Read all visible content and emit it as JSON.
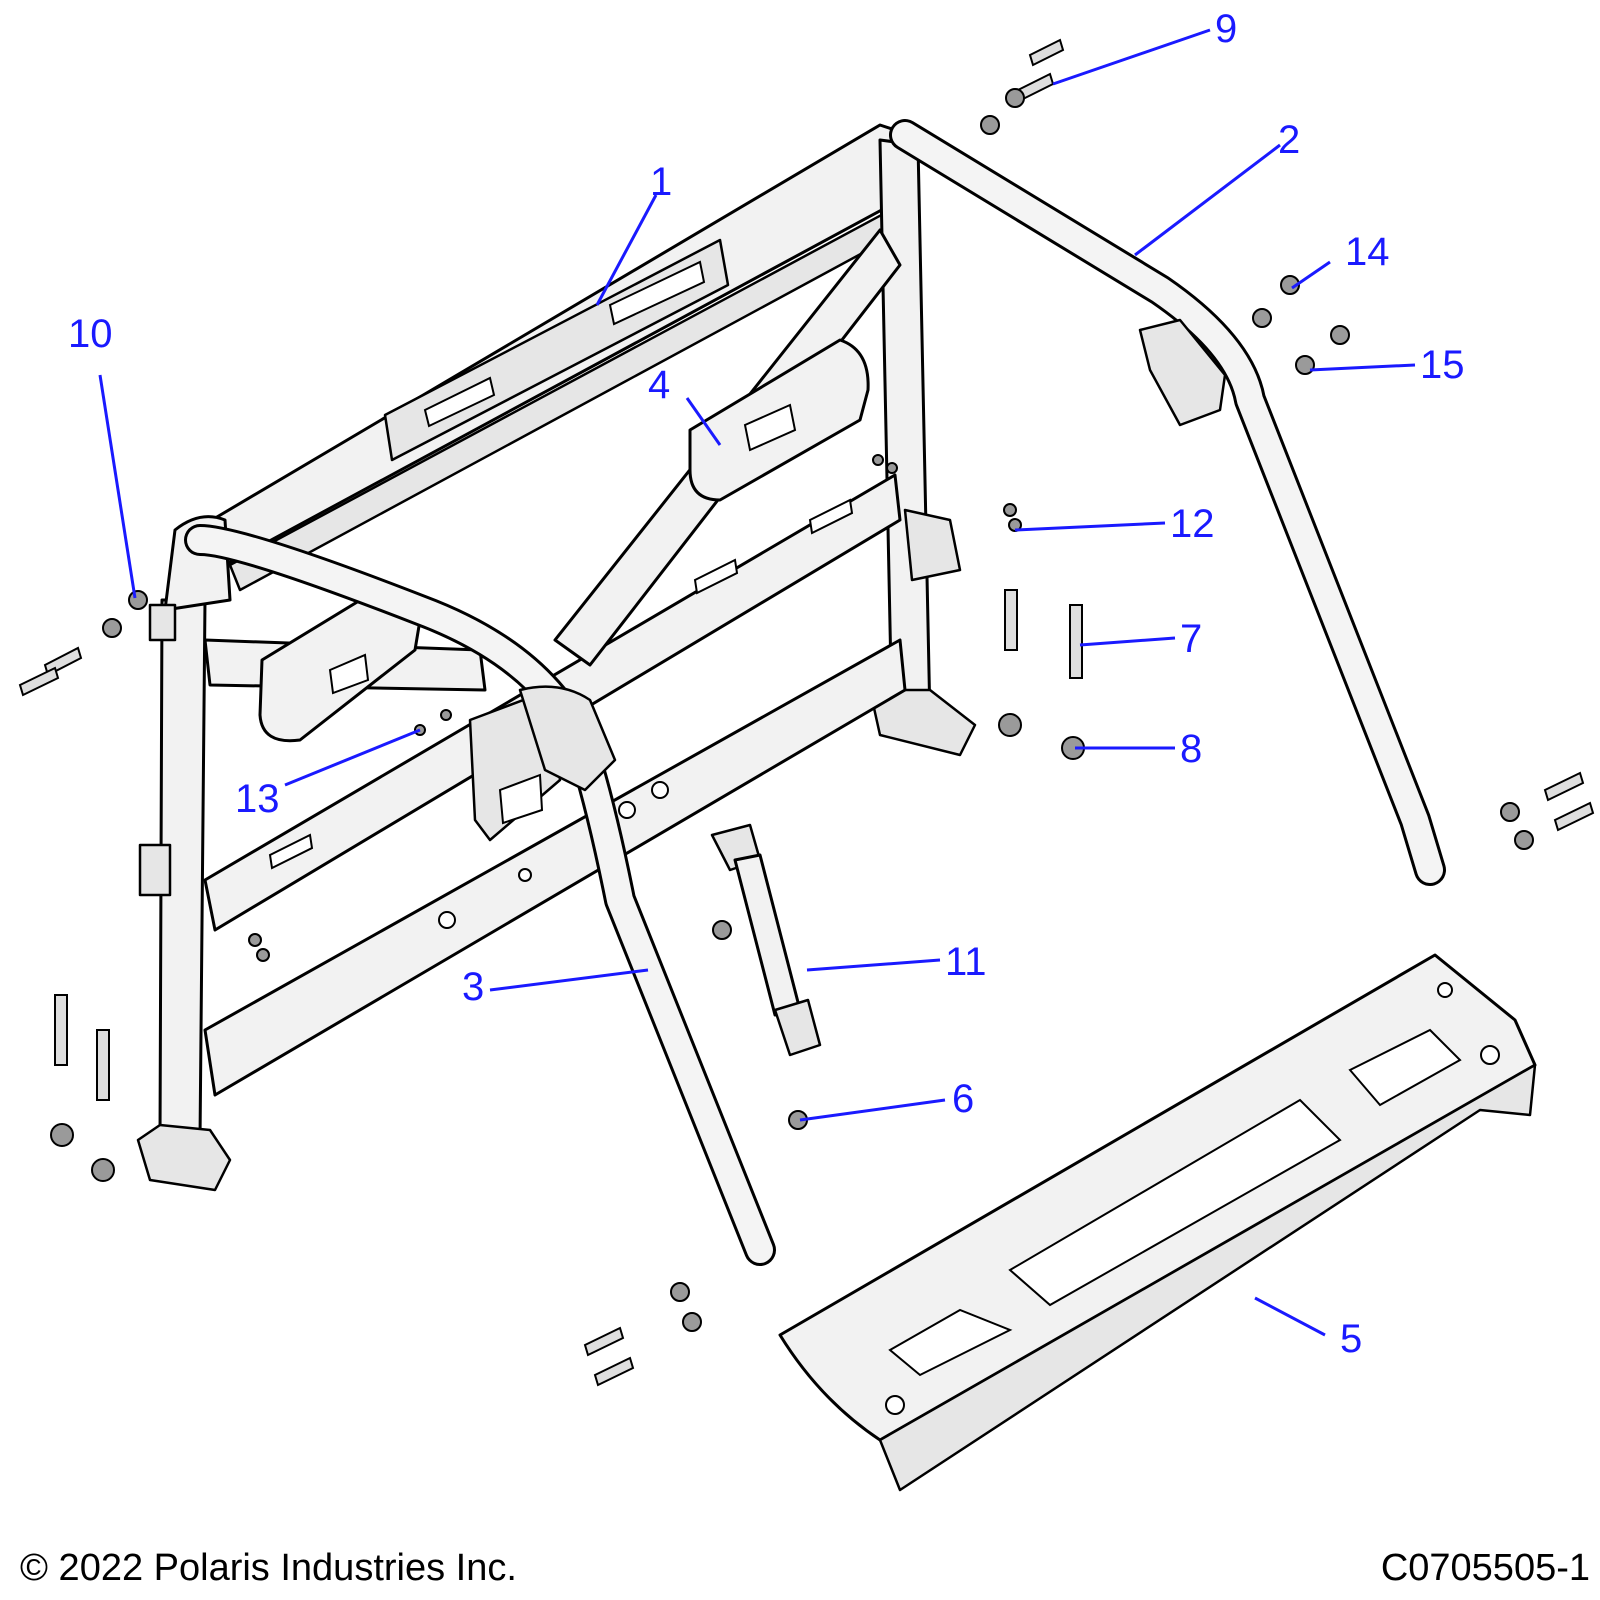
{
  "callouts": {
    "c1": "1",
    "c2": "2",
    "c3": "3",
    "c4": "4",
    "c5": "5",
    "c6": "6",
    "c7": "7",
    "c8": "8",
    "c9": "9",
    "c10": "10",
    "c11": "11",
    "c12": "12",
    "c13": "13",
    "c14": "14",
    "c15": "15"
  },
  "footer": {
    "copyright": "© 2022 Polaris Industries Inc.",
    "figure_id": "C0705505-1"
  },
  "colors": {
    "callout": "#1a1aff",
    "outline": "#000000",
    "part_fill": "#f2f2f2"
  }
}
